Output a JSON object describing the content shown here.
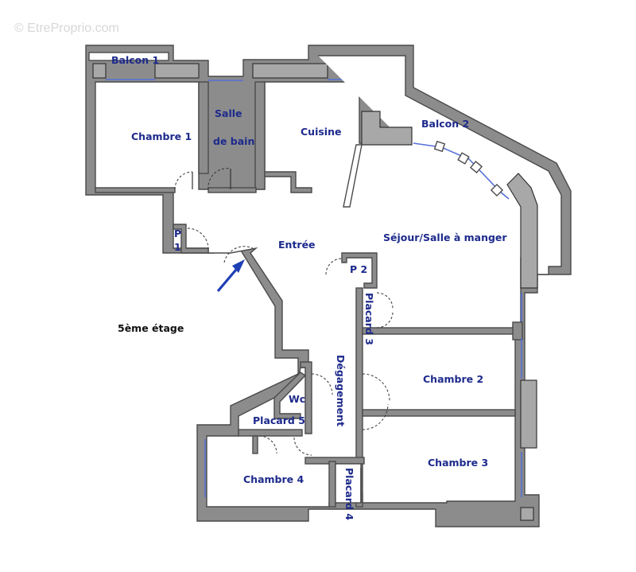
{
  "watermark": "© EtreProprio.com",
  "floor_label": "5ème étage",
  "rooms": {
    "balcon1": "Balcon 1",
    "chambre1": "Chambre 1",
    "salle_line1": "Salle",
    "salle_line2": "de bain",
    "cuisine": "Cuisine",
    "balcon2": "Balcon 2",
    "entree": "Entrée",
    "sejour": "Séjour/Salle à manger",
    "p1_line1": "P",
    "p1_line2": "1",
    "p2": "P 2",
    "placard3": "Placard 3",
    "degagement": "Dégagement",
    "chambre2": "Chambre 2",
    "wc": "Wc",
    "placard5": "Placard 5",
    "chambre4": "Chambre 4",
    "chambre3": "Chambre 3",
    "placard4": "Placard 4"
  },
  "colors": {
    "wall": "#8c8c8c",
    "label": "#1d2a8c",
    "window": "#5570d8",
    "arrow": "#1f3fb5"
  }
}
